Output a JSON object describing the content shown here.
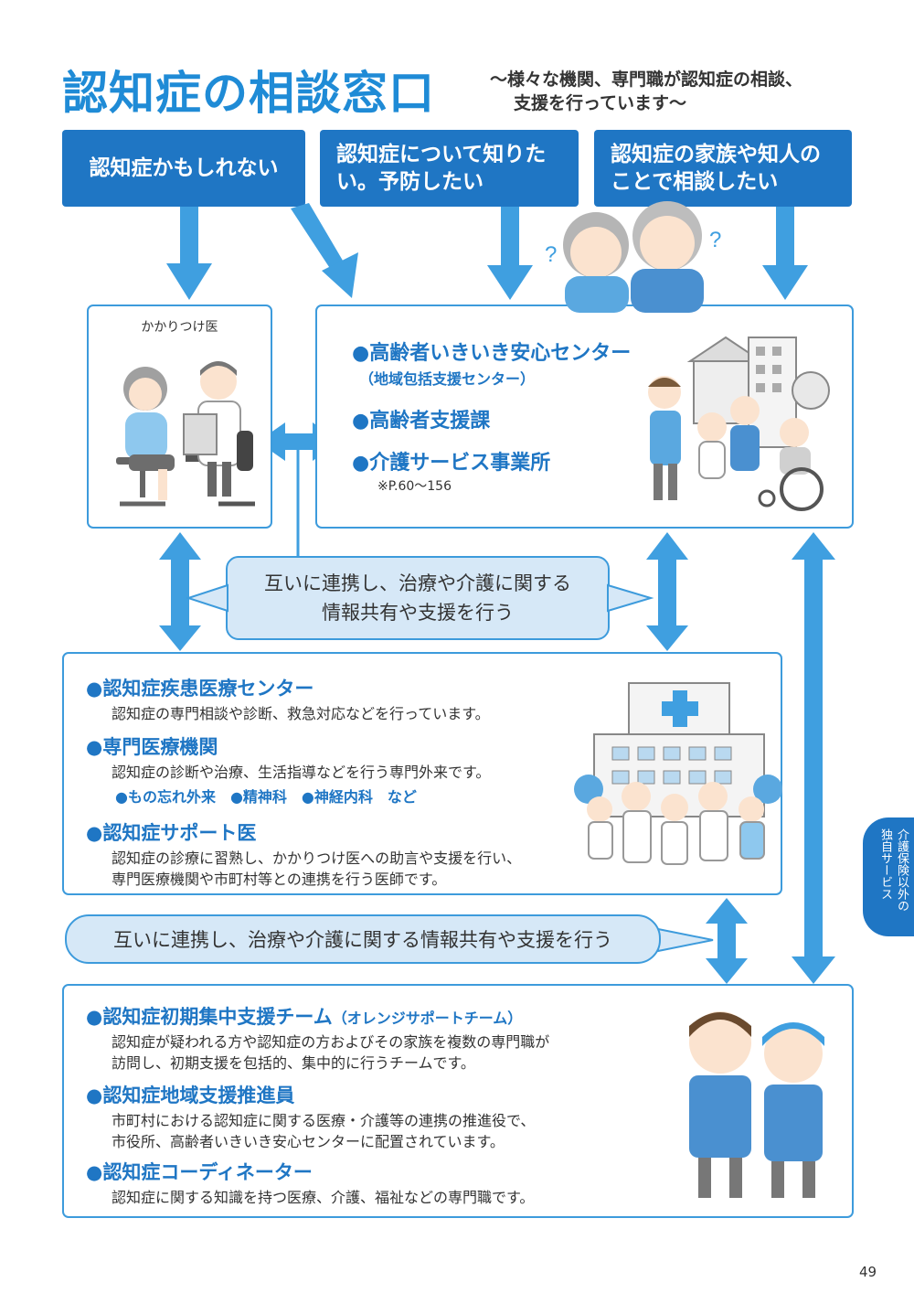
{
  "header": {
    "title": "認知症の相談窓口",
    "subtitle_line1": "〜様々な機関、専門職が認知症の相談、",
    "subtitle_line2": "支援を行っています〜"
  },
  "top_boxes": [
    {
      "text": "認知症かもしれない"
    },
    {
      "line1": "認知症について知りた",
      "line2": "い。予防したい"
    },
    {
      "line1": "認知症の家族や知人の",
      "line2": "ことで相談したい"
    }
  ],
  "doctor_box": {
    "label": "かかりつけ医"
  },
  "center_box": {
    "item1": "●高齢者いきいき安心センター",
    "item1_sub": "（地域包括支援センター）",
    "item2": "●高齢者支援課",
    "item3": "●介護サービス事業所",
    "item3_note": "※P.60〜156"
  },
  "bubble1": {
    "line1": "互いに連携し、治療や介護に関する",
    "line2": "情報共有や支援を行う"
  },
  "medical_box": {
    "item1": "●認知症疾患医療センター",
    "item1_desc": "認知症の専門相談や診断、救急対応などを行っています。",
    "item2": "●専門医療機関",
    "item2_desc": "認知症の診断や治療、生活指導などを行う専門外来です。",
    "item2_examples": "●もの忘れ外来　●精神科　●神経内科　など",
    "item3": "●認知症サポート医",
    "item3_desc1": "認知症の診療に習熟し、かかりつけ医への助言や支援を行い、",
    "item3_desc2": "専門医療機関や市町村等との連携を行う医師です。"
  },
  "bubble2": {
    "text": "互いに連携し、治療や介護に関する情報共有や支援を行う"
  },
  "support_box": {
    "item1": "●認知症初期集中支援チーム",
    "item1_suffix": "（オレンジサポートチーム）",
    "item1_desc1": "認知症が疑われる方や認知症の方およびその家族を複数の専門職が",
    "item1_desc2": "訪問し、初期支援を包括的、集中的に行うチームです。",
    "item2": "●認知症地域支援推進員",
    "item2_desc1": "市町村における認知症に関する医療・介護等の連携の推進役で、",
    "item2_desc2": "市役所、高齢者いきいき安心センターに配置されています。",
    "item3": "●認知症コーディネーター",
    "item3_desc": "認知症に関する知識を持つ医療、介護、福祉などの専門職です。"
  },
  "side_tab": {
    "col1": "介護保険以外の",
    "col2": "独自サービス"
  },
  "page_number": "49",
  "colors": {
    "primary": "#1f76c4",
    "accent": "#3d9bdc",
    "arrow": "#3f9fe0",
    "bubble_fill": "#d6e8f7"
  }
}
